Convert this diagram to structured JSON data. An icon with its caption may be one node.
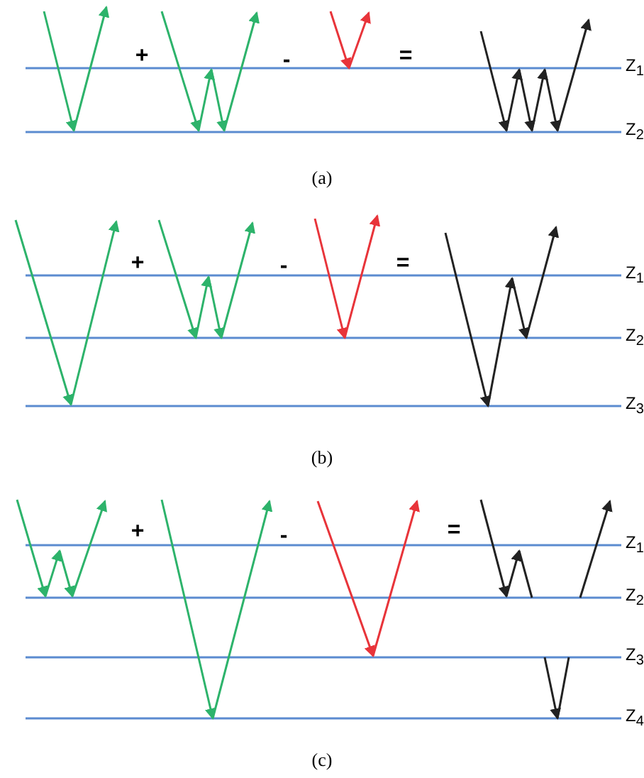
{
  "diagram": {
    "labels": [
      "+",
      "-",
      "=",
      "Z$_{1}$",
      "Z$_{2}$",
      "(a)",
      "+",
      "-",
      "=",
      "Z$_{1}$",
      "Z$_{2}$",
      "Z$_{3}$",
      "(b)",
      "+",
      "-",
      "=",
      "Z$_{1}$",
      "Z$_{2}$",
      "Z$_{3}$",
      "Z$_{4}$",
      "(c)"
    ]
  }
}
